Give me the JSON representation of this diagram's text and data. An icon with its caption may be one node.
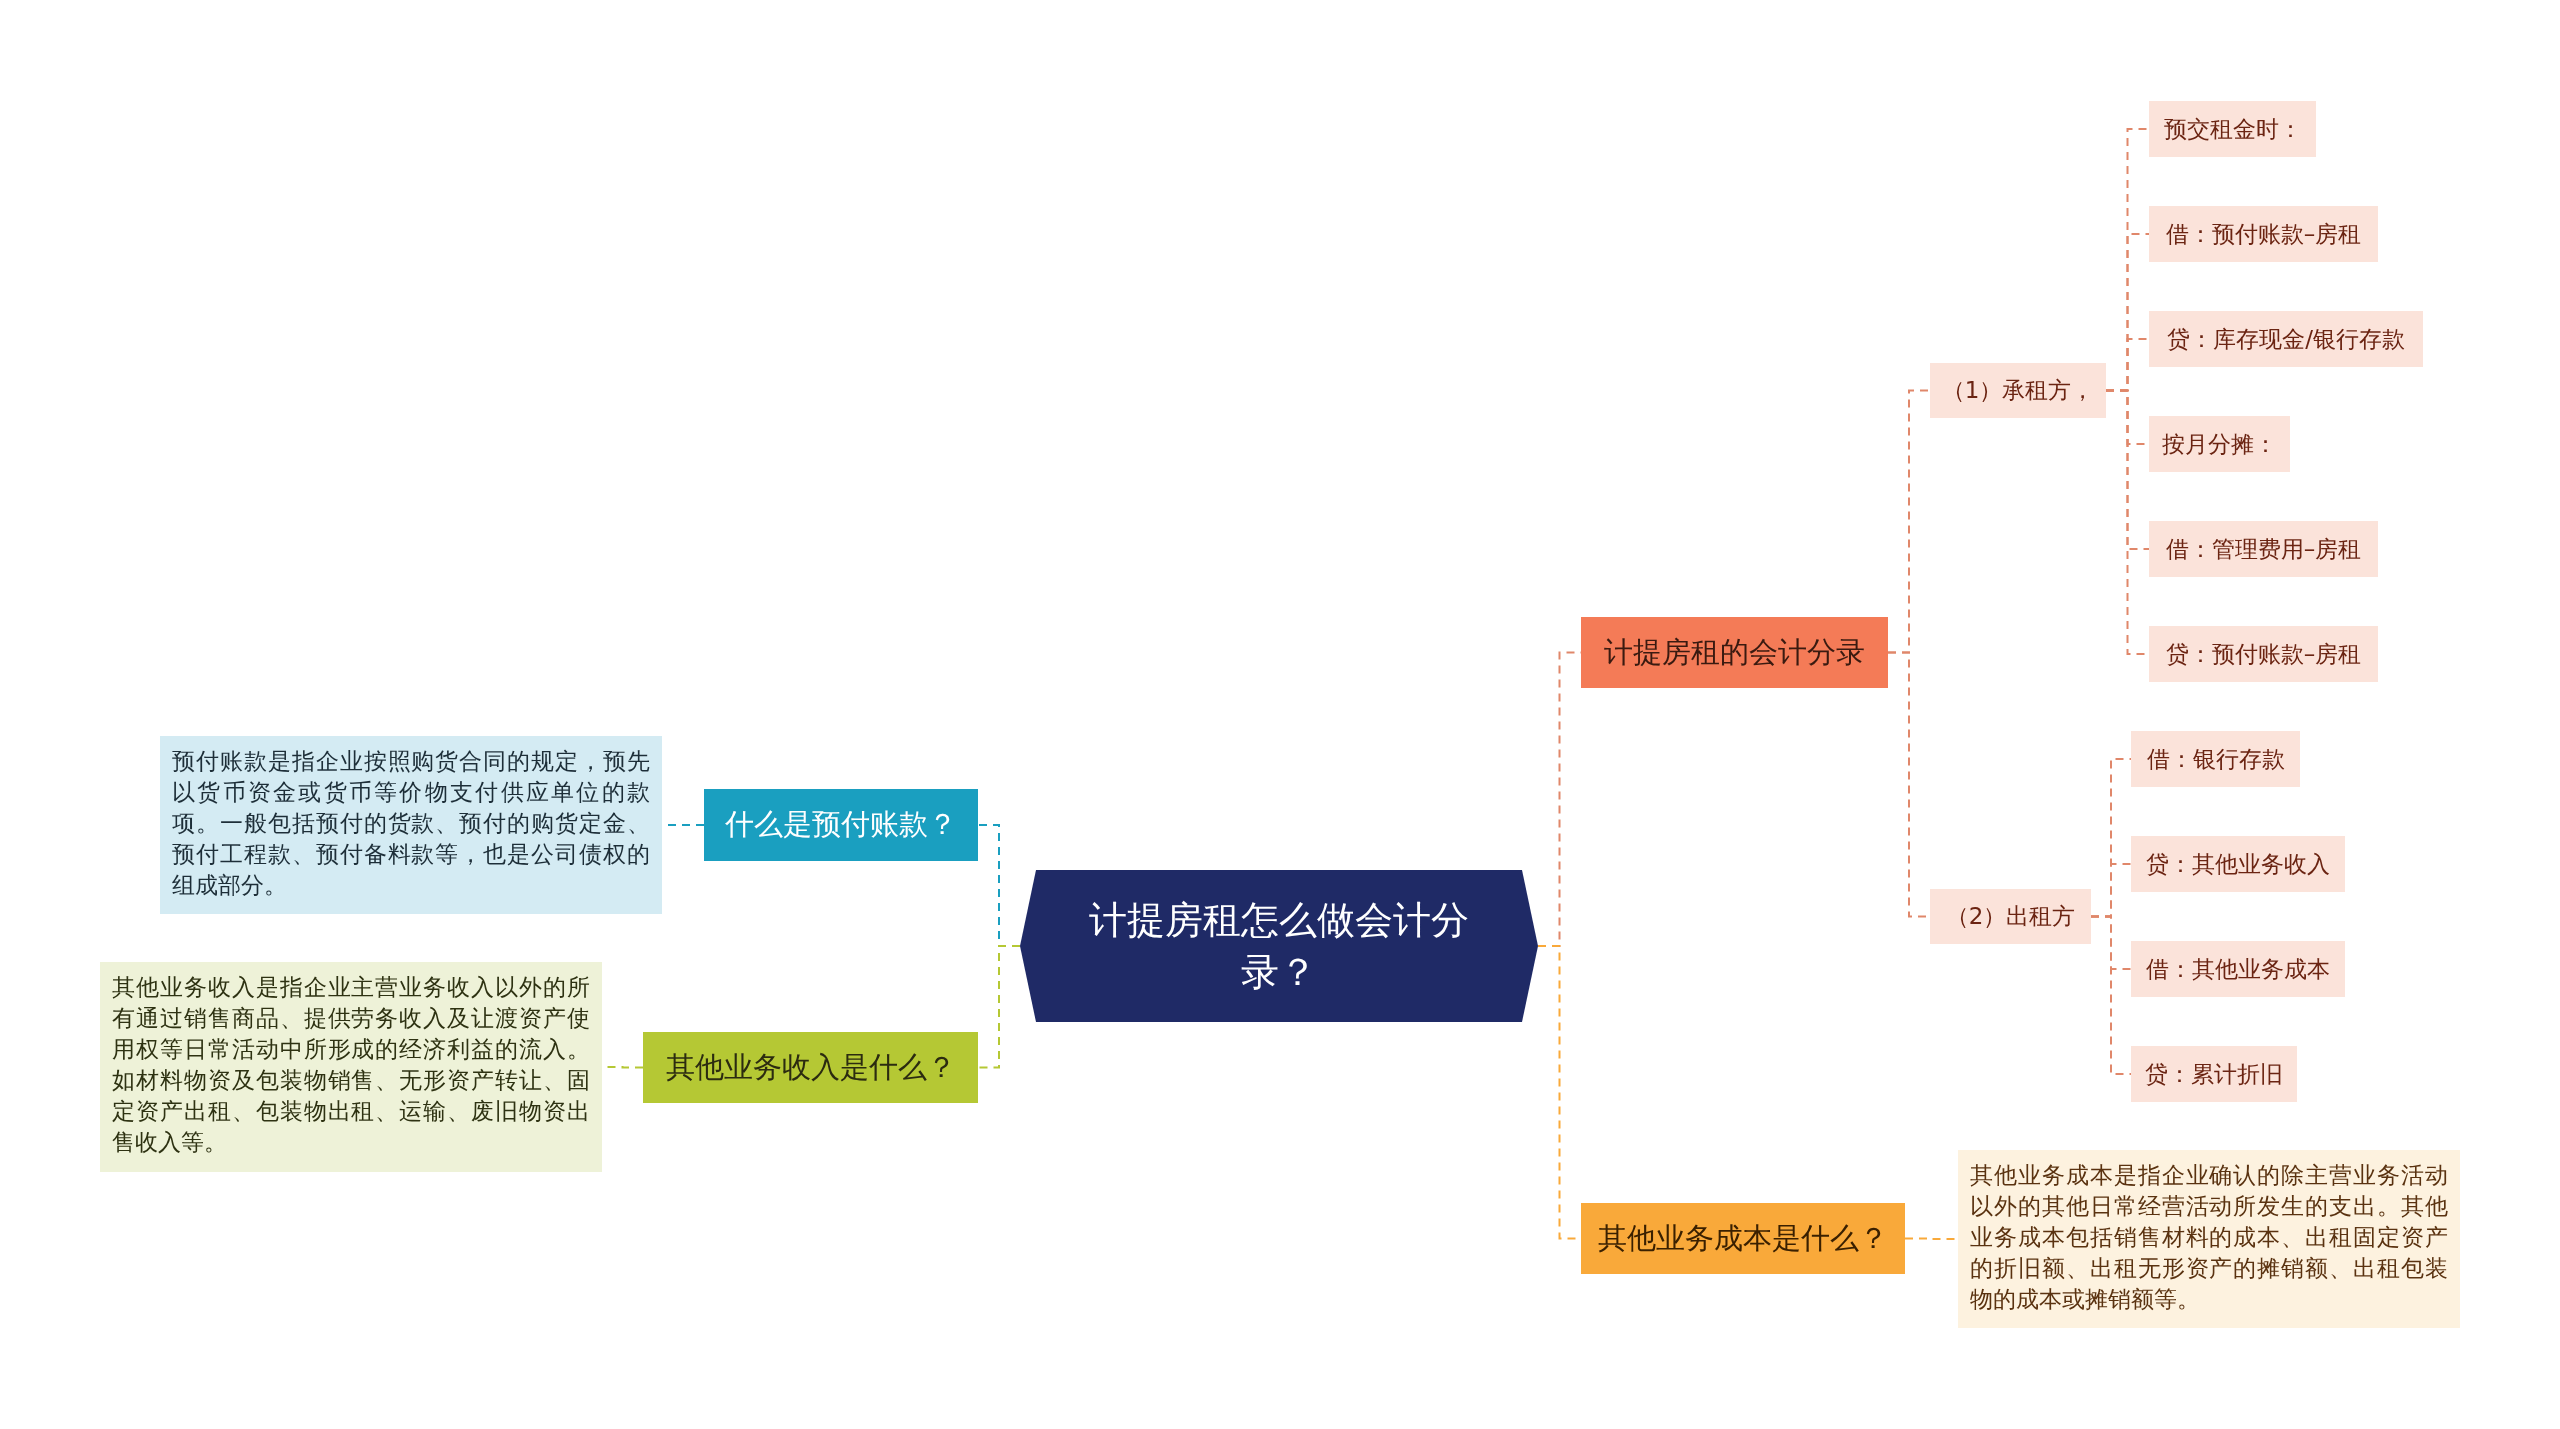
{
  "diagram": {
    "nodes": [
      {
        "text": [
          "计提房租怎么做会计分录？"
        ]
      },
      {
        "text": [
          "什么是预付账款？"
        ]
      },
      {
        "text": [
          "预付账款是指企业按照购货合同的规定，预先以货币资金或货币等价物支付供应单位的款项。一般包括预付的货款、预付的购货定金、预付工程款、预付备料款等，也是公司债权的组成部分。"
        ]
      },
      {
        "text": [
          "其他业务收入是什么？"
        ]
      },
      {
        "text": [
          "其他业务收入是指企业主营业务收入以外的所有通过销售商品、提供劳务收入及让渡资产使用权等日常活动中所形成的经济利益的流入。如材料物资及包装物销售、无形资产转让、固定资产出租、包装物出租、运输、废旧物资出售收入等。"
        ]
      },
      {
        "text": [
          "计提房租的会计分录"
        ]
      },
      {
        "text": [
          "（1）承租方，"
        ]
      },
      {
        "text": [
          "预交租金时："
        ]
      },
      {
        "text": [
          "借：预付账款–房租"
        ]
      },
      {
        "text": [
          "贷：库存现金/银行存款"
        ]
      },
      {
        "text": [
          "按月分摊："
        ]
      },
      {
        "text": [
          "借：管理费用–房租"
        ]
      },
      {
        "text": [
          "贷：预付账款–房租"
        ]
      },
      {
        "text": [
          "（2）出租方"
        ]
      },
      {
        "text": [
          "借：银行存款"
        ]
      },
      {
        "text": [
          "贷：其他业务收入"
        ]
      },
      {
        "text": [
          "借：其他业务成本"
        ]
      },
      {
        "text": [
          "贷：累计折旧"
        ]
      },
      {
        "text": [
          "其他业务成本是什么？"
        ]
      },
      {
        "text": [
          "其他业务成本是指企业确认的除主营业务活动以外的其他日常经营活动所发生的支出。其他业务成本包括销售材料的成本、出租固定资产的折旧额、出租无形资产的摊销额、出租包装物的成本或摊销额等。"
        ]
      }
    ],
    "edges": [
      {
        "from": 0,
        "to": 1,
        "arrow": "none",
        "style": "dashed",
        "color": "#1a9fc0"
      },
      {
        "from": 1,
        "to": 2,
        "arrow": "none",
        "style": "dashed",
        "color": "#1a9fc0"
      },
      {
        "from": 0,
        "to": 3,
        "arrow": "none",
        "style": "dashed",
        "color": "#b5c834"
      },
      {
        "from": 3,
        "to": 4,
        "arrow": "none",
        "style": "dashed",
        "color": "#b5c834"
      },
      {
        "from": 0,
        "to": 5,
        "arrow": "none",
        "style": "dashed"
      },
      {
        "from": 5,
        "to": 6,
        "arrow": "none",
        "style": "dashed"
      },
      {
        "from": 6,
        "to": 7,
        "arrow": "none",
        "style": "dashed"
      },
      {
        "from": 6,
        "to": 8,
        "arrow": "none",
        "style": "dashed"
      },
      {
        "from": 6,
        "to": 9,
        "arrow": "none",
        "style": "dashed"
      },
      {
        "from": 6,
        "to": 10,
        "arrow": "none",
        "style": "dashed"
      },
      {
        "from": 6,
        "to": 11,
        "arrow": "none",
        "style": "dashed"
      },
      {
        "from": 6,
        "to": 12,
        "arrow": "none",
        "style": "dashed"
      },
      {
        "from": 5,
        "to": 13,
        "arrow": "none",
        "style": "dashed"
      },
      {
        "from": 13,
        "to": 14,
        "arrow": "none",
        "style": "dashed"
      },
      {
        "from": 13,
        "to": 15,
        "arrow": "none",
        "style": "dashed"
      },
      {
        "from": 13,
        "to": 16,
        "arrow": "none",
        "style": "dashed"
      },
      {
        "from": 13,
        "to": 17,
        "arrow": "none",
        "style": "dashed"
      },
      {
        "from": 0,
        "to": 18,
        "arrow": "none",
        "style": "dashed",
        "color": "#f9a93a"
      },
      {
        "from": 18,
        "to": 19,
        "arrow": "none",
        "style": "dashed",
        "color": "#f9a93a"
      }
    ]
  }
}
